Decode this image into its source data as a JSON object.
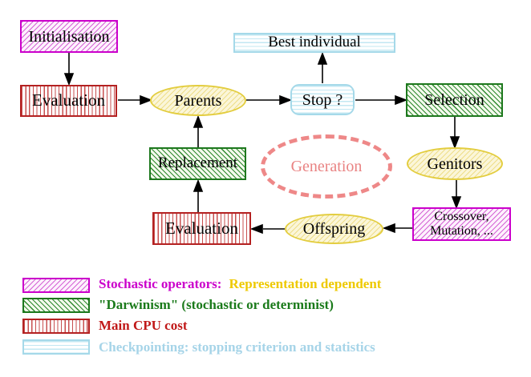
{
  "nodes": {
    "initialisation": "Initialisation",
    "evaluation_top": "Evaluation",
    "parents": "Parents",
    "best_individual": "Best individual",
    "stop": "Stop ?",
    "selection": "Selection",
    "replacement": "Replacement",
    "generation": "Generation",
    "genitors": "Genitors",
    "evaluation_bottom": "Evaluation",
    "crossover_line1": "Crossover,",
    "crossover_line2": "Mutation, ...",
    "offspring": "Offspring"
  },
  "legend": {
    "rows": [
      {
        "swatch": "magenta-diagonal-hatch",
        "label": "Stochastic operators:",
        "label_secondary": "Representation dependent"
      },
      {
        "swatch": "green-diagonal-hatch",
        "label": "\"Darwinism\" (stochastic or determinist)"
      },
      {
        "swatch": "red-vertical-stripes",
        "label": "Main CPU cost"
      },
      {
        "swatch": "cyan-horizontal-stripes",
        "label": "Checkpointing: stopping criterion and statistics"
      }
    ]
  },
  "colors": {
    "stochastic_magenta": "#cb00cb",
    "representation_gold": "#eec900",
    "darwinism_green": "#1a7a1a",
    "cpu_red": "#c01818",
    "checkpoint_cyan": "#a6d4e8",
    "generation_pink": "#ee8888",
    "node_yellow_border": "#e3cd3f",
    "arrow_black": "#000000"
  }
}
